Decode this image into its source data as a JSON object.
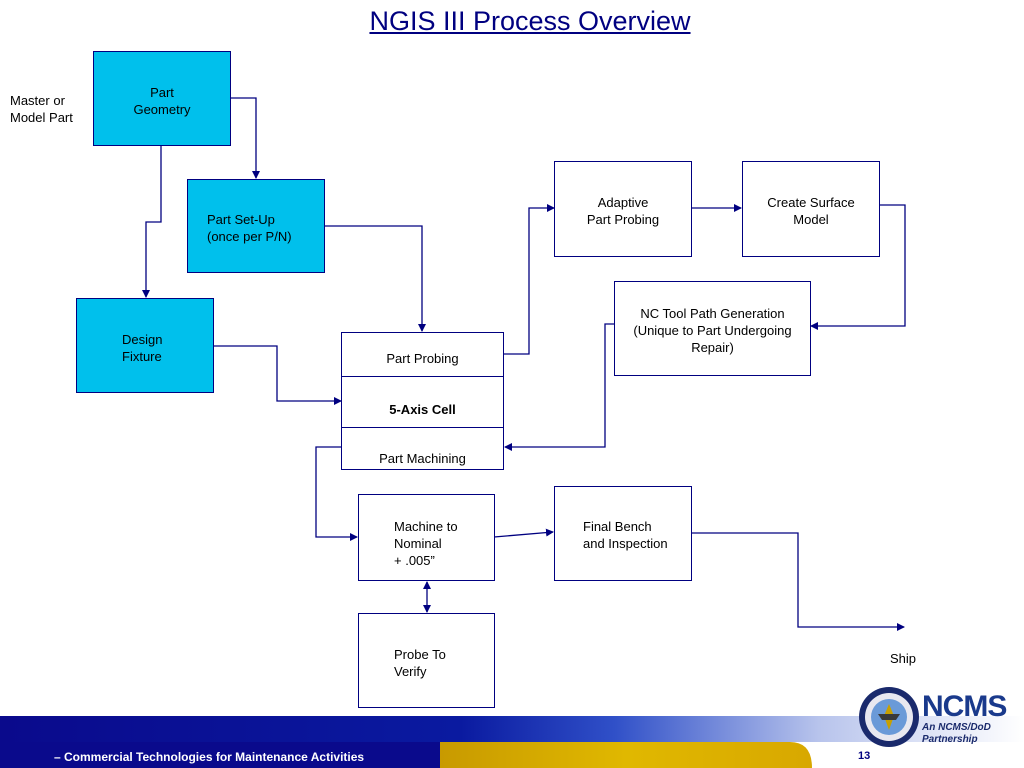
{
  "title": "NGIS III Process Overview",
  "labels": {
    "master_part": "Master or\nModel Part",
    "ship": "Ship"
  },
  "boxes": {
    "part_geometry": "Part\nGeometry",
    "part_setup": "Part Set-Up\n(once per P/N)",
    "design_fixture": "Design\nFixture",
    "part_probing": "Part Probing",
    "five_axis_cell": "5-Axis Cell",
    "part_machining": "Part Machining",
    "adaptive_probing": "Adaptive\nPart Probing",
    "create_surface": "Create Surface\nModel",
    "nc_toolpath": "NC Tool Path Generation\n(Unique to Part Undergoing\nRepair)",
    "machine_nominal": "Machine to\nNominal\n + .005”",
    "final_bench": "Final Bench\nand Inspection",
    "probe_verify": "Probe To\nVerify"
  },
  "footer": {
    "text": "– Commercial Technologies for Maintenance Activities",
    "page_number": "13",
    "logo_name": "NCMS",
    "logo_tagline": "An NCMS/DoD\nPartnership"
  },
  "colors": {
    "box_fill_highlight": "#00c0ec",
    "line": "#000080",
    "footer_blue": "#0a0a8c",
    "footer_gold": "#d8b000"
  }
}
